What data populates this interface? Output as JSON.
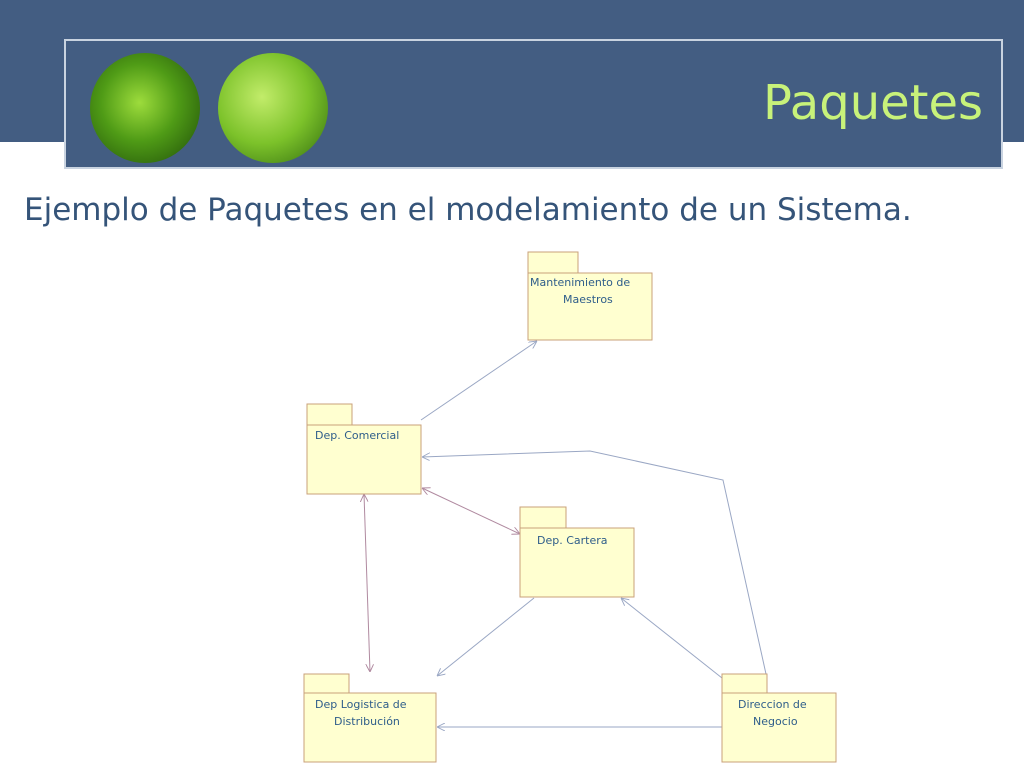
{
  "slide": {
    "title": "Paquetes",
    "subtitle": "Ejemplo de Paquetes en el modelamiento de un Sistema."
  },
  "colors": {
    "header": "#435d82",
    "title": "#c8f27a",
    "subtitle": "#355479",
    "package_fill": "#ffffd0",
    "package_border": "#c9a07a",
    "package_text": "#2e5d8a"
  },
  "packages": {
    "mantenimiento": {
      "line1": "Mantenimiento de",
      "line2": "Maestros"
    },
    "comercial": {
      "line1": "Dep. Comercial"
    },
    "cartera": {
      "line1": "Dep. Cartera"
    },
    "logistica": {
      "line1": "Dep Logistica de",
      "line2": "Distribución"
    },
    "direccion": {
      "line1": "Direccion de",
      "line2": "Negocio"
    }
  },
  "decor": {
    "images": [
      "leaf-photo-icon",
      "leaf-photo-icon"
    ]
  }
}
